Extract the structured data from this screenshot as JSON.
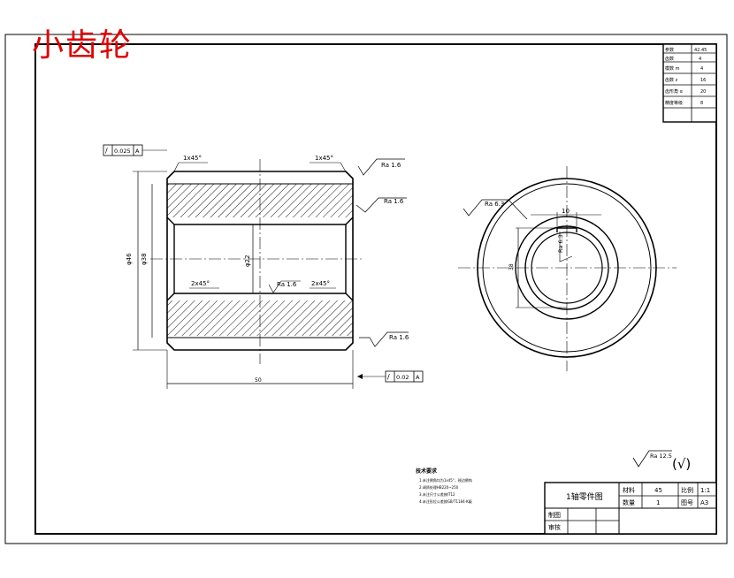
{
  "title": "小齿轮",
  "params_table": {
    "rows": [
      {
        "label": "齿数",
        "value": "4"
      },
      {
        "label": "模数 m",
        "value": "4"
      },
      {
        "label": "齿数 z",
        "value": "16"
      },
      {
        "label": "齿形角 α",
        "value": "20"
      },
      {
        "label": "精度等级",
        "value": "8"
      }
    ],
    "head1": "参数",
    "head2": "42.45"
  },
  "annotations": {
    "runout_top": "0.025",
    "runout_top_datum": "A",
    "runout_bottom": "0.02",
    "runout_bottom_datum": "A",
    "chamfer_tl": "1x45°",
    "chamfer_tr": "1x45°",
    "chamfer_bl": "2x45°",
    "chamfer_br": "2x45°",
    "ra_top_right": "Ra 1.6",
    "ra_mid_right": "Ra 1.6",
    "ra_bore": "Ra 1.6",
    "ra_bottom_right": "Ra 1.6",
    "ra_circle": "Ra 6.3",
    "ra_keyway": "Ra 6.3",
    "dim_outer": "φ46",
    "dim_mid": "φ38",
    "dim_bore": "φ22",
    "dim_length": "50",
    "dim_key_width": "10",
    "dim_key_depth": "38",
    "ra_general": "Ra 12.5",
    "ra_general_paren": "(√)"
  },
  "notes": {
    "heading": "技术要求",
    "lines": [
      "1.未注倒角均为1x45°，锐边倒钝",
      "2.调质处理HB220~250",
      "3.未注尺寸公差按IT12",
      "4.未注形位公差按GB/T1184-K级"
    ]
  },
  "title_block": {
    "name": "1轴零件图",
    "material_label": "材料",
    "material_value": "45",
    "scale_label": "比例",
    "scale_value": "1:1",
    "qty_label": "数量",
    "qty_value": "1",
    "drawing_no_label": "图号",
    "drawing_no_value": "A3",
    "drawn_label": "制图",
    "checked_label": "审核"
  },
  "colors": {
    "title": "#e00000",
    "line": "#000000",
    "hatch": "#000000"
  }
}
